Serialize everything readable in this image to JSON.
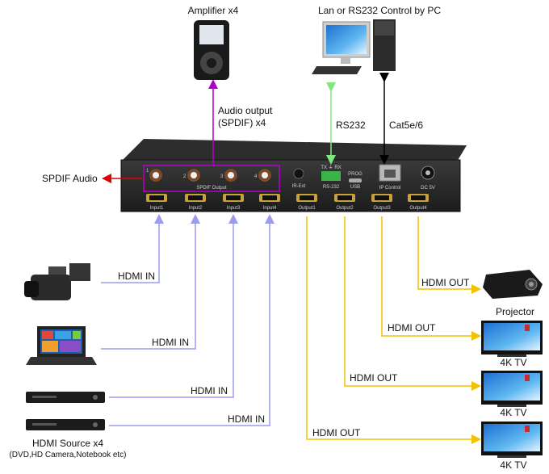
{
  "labels": {
    "amplifier": "Amplifier x4",
    "pc": "Lan or RS232 Control by PC",
    "audio_output_1": "Audio output",
    "audio_output_2": "(SPDIF) x4",
    "rs232": "RS232",
    "cat5": "Cat5e/6",
    "spdif_audio": "SPDIF Audio",
    "hdmi_in_1": "HDMI IN",
    "hdmi_in_2": "HDMI IN",
    "hdmi_in_3": "HDMI IN",
    "hdmi_in_4": "HDMI IN",
    "hdmi_out_1": "HDMI OUT",
    "hdmi_out_2": "HDMI OUT",
    "hdmi_out_3": "HDMI OUT",
    "hdmi_out_4": "HDMI OUT",
    "projector": "Projector",
    "tv_1": "4K TV",
    "tv_2": "4K TV",
    "tv_3": "4K TV",
    "source_title": "HDMI Source x4",
    "source_sub": "(DVD,HD Camera,Notebook etc)"
  },
  "device_panel": {
    "spdif_output": "SPDIF Output",
    "ports": [
      "1",
      "2",
      "3",
      "4"
    ],
    "ir_ext": "IR-Ext",
    "tx_rx": "TX  ⏚  RX",
    "rs232_port": "RS-232",
    "prog": "PROG",
    "usb": "USB",
    "ip_control": "IP Control",
    "dc": "DC 5V",
    "inputs": [
      "Input1",
      "Input2",
      "Input3",
      "Input4"
    ],
    "outputs": [
      "Output1",
      "Output2",
      "Output3",
      "Output4"
    ]
  },
  "colors": {
    "input_line": "#9a9cf0",
    "output_line": "#f2c200",
    "audio_line": "#b000c8",
    "rs232_line": "#80e880",
    "spdif_arrow": "#e00000",
    "lan_line": "#000000"
  }
}
